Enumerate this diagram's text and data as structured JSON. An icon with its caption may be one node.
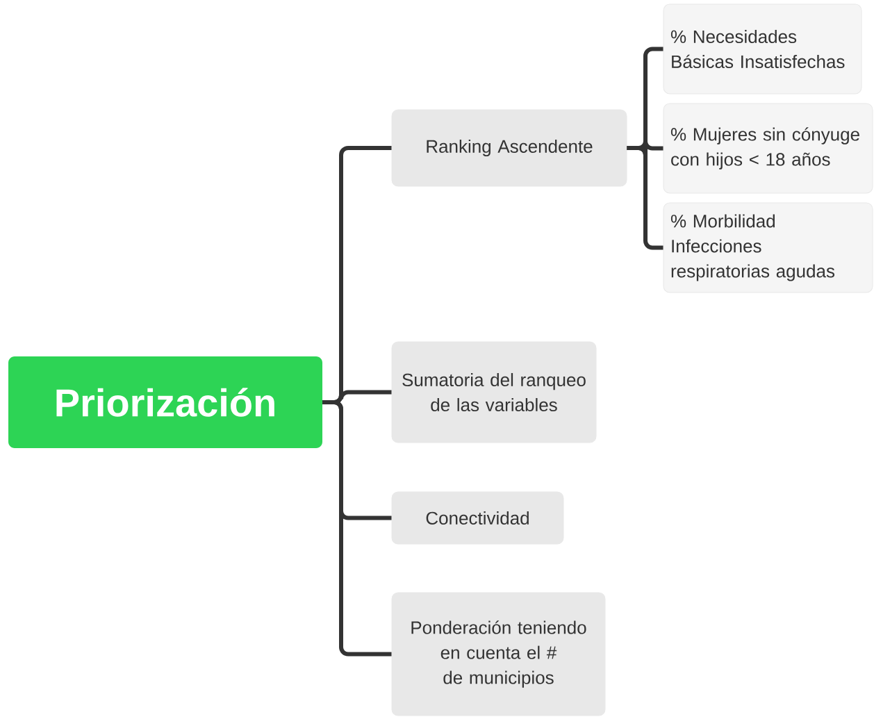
{
  "diagram": {
    "nodes": [
      {
        "text": [
          "Priorización"
        ]
      },
      {
        "text": [
          "Ranking Ascendente"
        ]
      },
      {
        "text": [
          "Sumatoria del ranqueo de las variables"
        ]
      },
      {
        "text": [
          "Conectividad"
        ]
      },
      {
        "text": [
          "Ponderación teniendo en cuenta el # de municipios"
        ]
      },
      {
        "text": [
          "% Necesidades Básicas Insatisfechas"
        ]
      },
      {
        "text": [
          "% Mujeres sin cónyuge con hijos < 18 años"
        ]
      },
      {
        "text": [
          "% Morbilidad Infecciones respiratorias agudas"
        ]
      }
    ],
    "edges": [
      {
        "from": 0,
        "to": 1,
        "arrow": "none"
      },
      {
        "from": 0,
        "to": 2,
        "arrow": "none"
      },
      {
        "from": 0,
        "to": 3,
        "arrow": "none"
      },
      {
        "from": 0,
        "to": 4,
        "arrow": "none"
      },
      {
        "from": 1,
        "to": 5,
        "arrow": "none"
      },
      {
        "from": 1,
        "to": 6,
        "arrow": "none"
      },
      {
        "from": 1,
        "to": 7,
        "arrow": "none"
      }
    ]
  }
}
